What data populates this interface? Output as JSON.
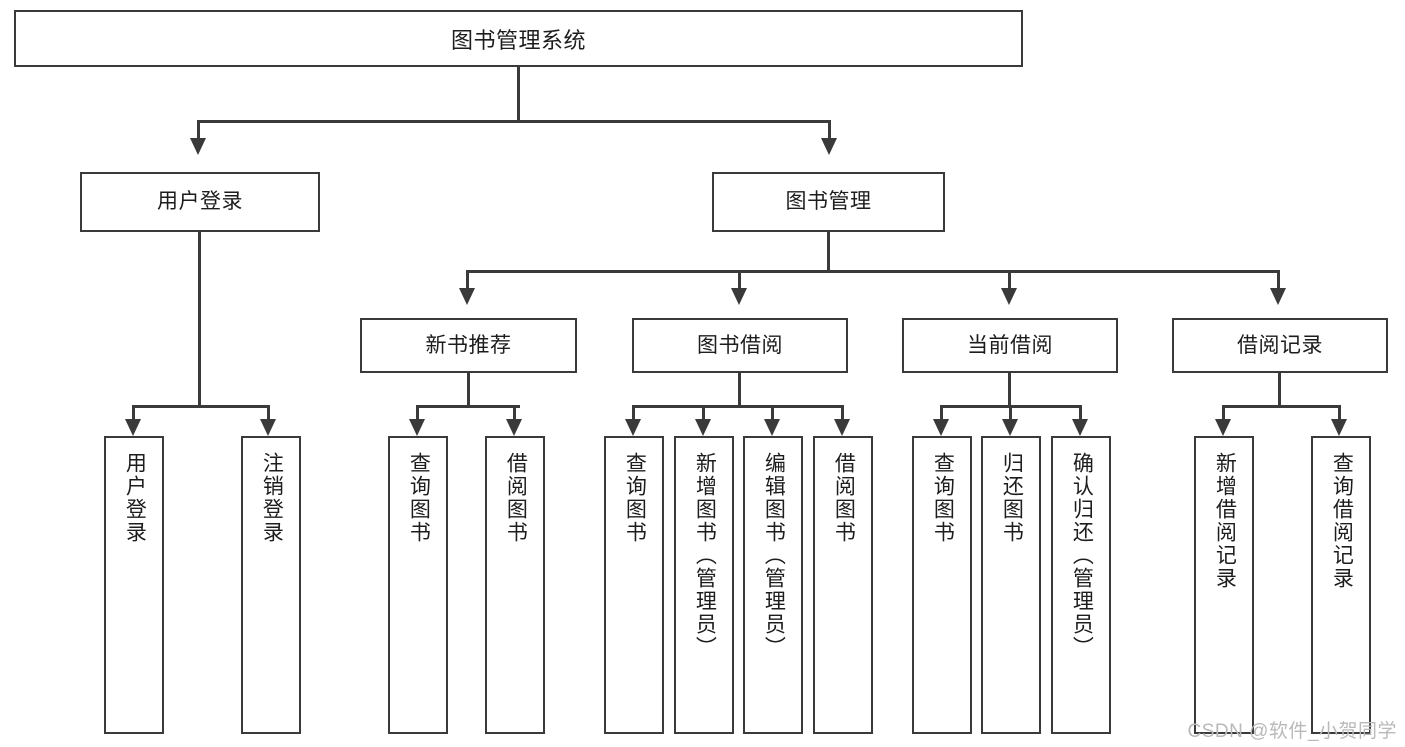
{
  "diagram": {
    "type": "tree-hierarchy-chart",
    "title_node": {
      "label": "图书管理系统"
    },
    "level2": [
      {
        "id": "user-login",
        "label": "用户登录"
      },
      {
        "id": "book-management",
        "label": "图书管理"
      }
    ],
    "level3": [
      {
        "id": "new-book-recommend",
        "label": "新书推荐",
        "parent": "book-management"
      },
      {
        "id": "book-borrow",
        "label": "图书借阅",
        "parent": "book-management"
      },
      {
        "id": "current-borrow",
        "label": "当前借阅",
        "parent": "book-management"
      },
      {
        "id": "borrow-record",
        "label": "借阅记录",
        "parent": "book-management"
      }
    ],
    "leaves": [
      {
        "id": "leaf-user-login",
        "label": "用户登录",
        "parent": "user-login"
      },
      {
        "id": "leaf-logout-login",
        "label": "注销登录",
        "parent": "user-login"
      },
      {
        "id": "leaf-query-book-1",
        "label": "查询图书",
        "parent": "new-book-recommend"
      },
      {
        "id": "leaf-borrow-book-1",
        "label": "借阅图书",
        "parent": "new-book-recommend"
      },
      {
        "id": "leaf-query-book-2",
        "label": "查询图书",
        "parent": "book-borrow"
      },
      {
        "id": "leaf-add-book",
        "label": "新增图书（管理员）",
        "parent": "book-borrow"
      },
      {
        "id": "leaf-edit-book",
        "label": "编辑图书（管理员）",
        "parent": "book-borrow"
      },
      {
        "id": "leaf-borrow-book-2",
        "label": "借阅图书",
        "parent": "book-borrow"
      },
      {
        "id": "leaf-query-book-3",
        "label": "查询图书",
        "parent": "current-borrow"
      },
      {
        "id": "leaf-return-book",
        "label": "归还图书",
        "parent": "current-borrow"
      },
      {
        "id": "leaf-confirm-return",
        "label": "确认归还（管理员）",
        "parent": "current-borrow"
      },
      {
        "id": "leaf-add-borrow-record",
        "label": "新增借阅记录",
        "parent": "borrow-record"
      },
      {
        "id": "leaf-query-borrow-record",
        "label": "查询借阅记录",
        "parent": "borrow-record"
      }
    ],
    "colors": {
      "line": "#3a3a3a",
      "box_fill": "#ffffff",
      "text": "#1d1d1d",
      "watermark": "#b9b9b9",
      "background": "#ffffff"
    }
  },
  "watermark": {
    "text": "CSDN @软件_小贺同学"
  }
}
